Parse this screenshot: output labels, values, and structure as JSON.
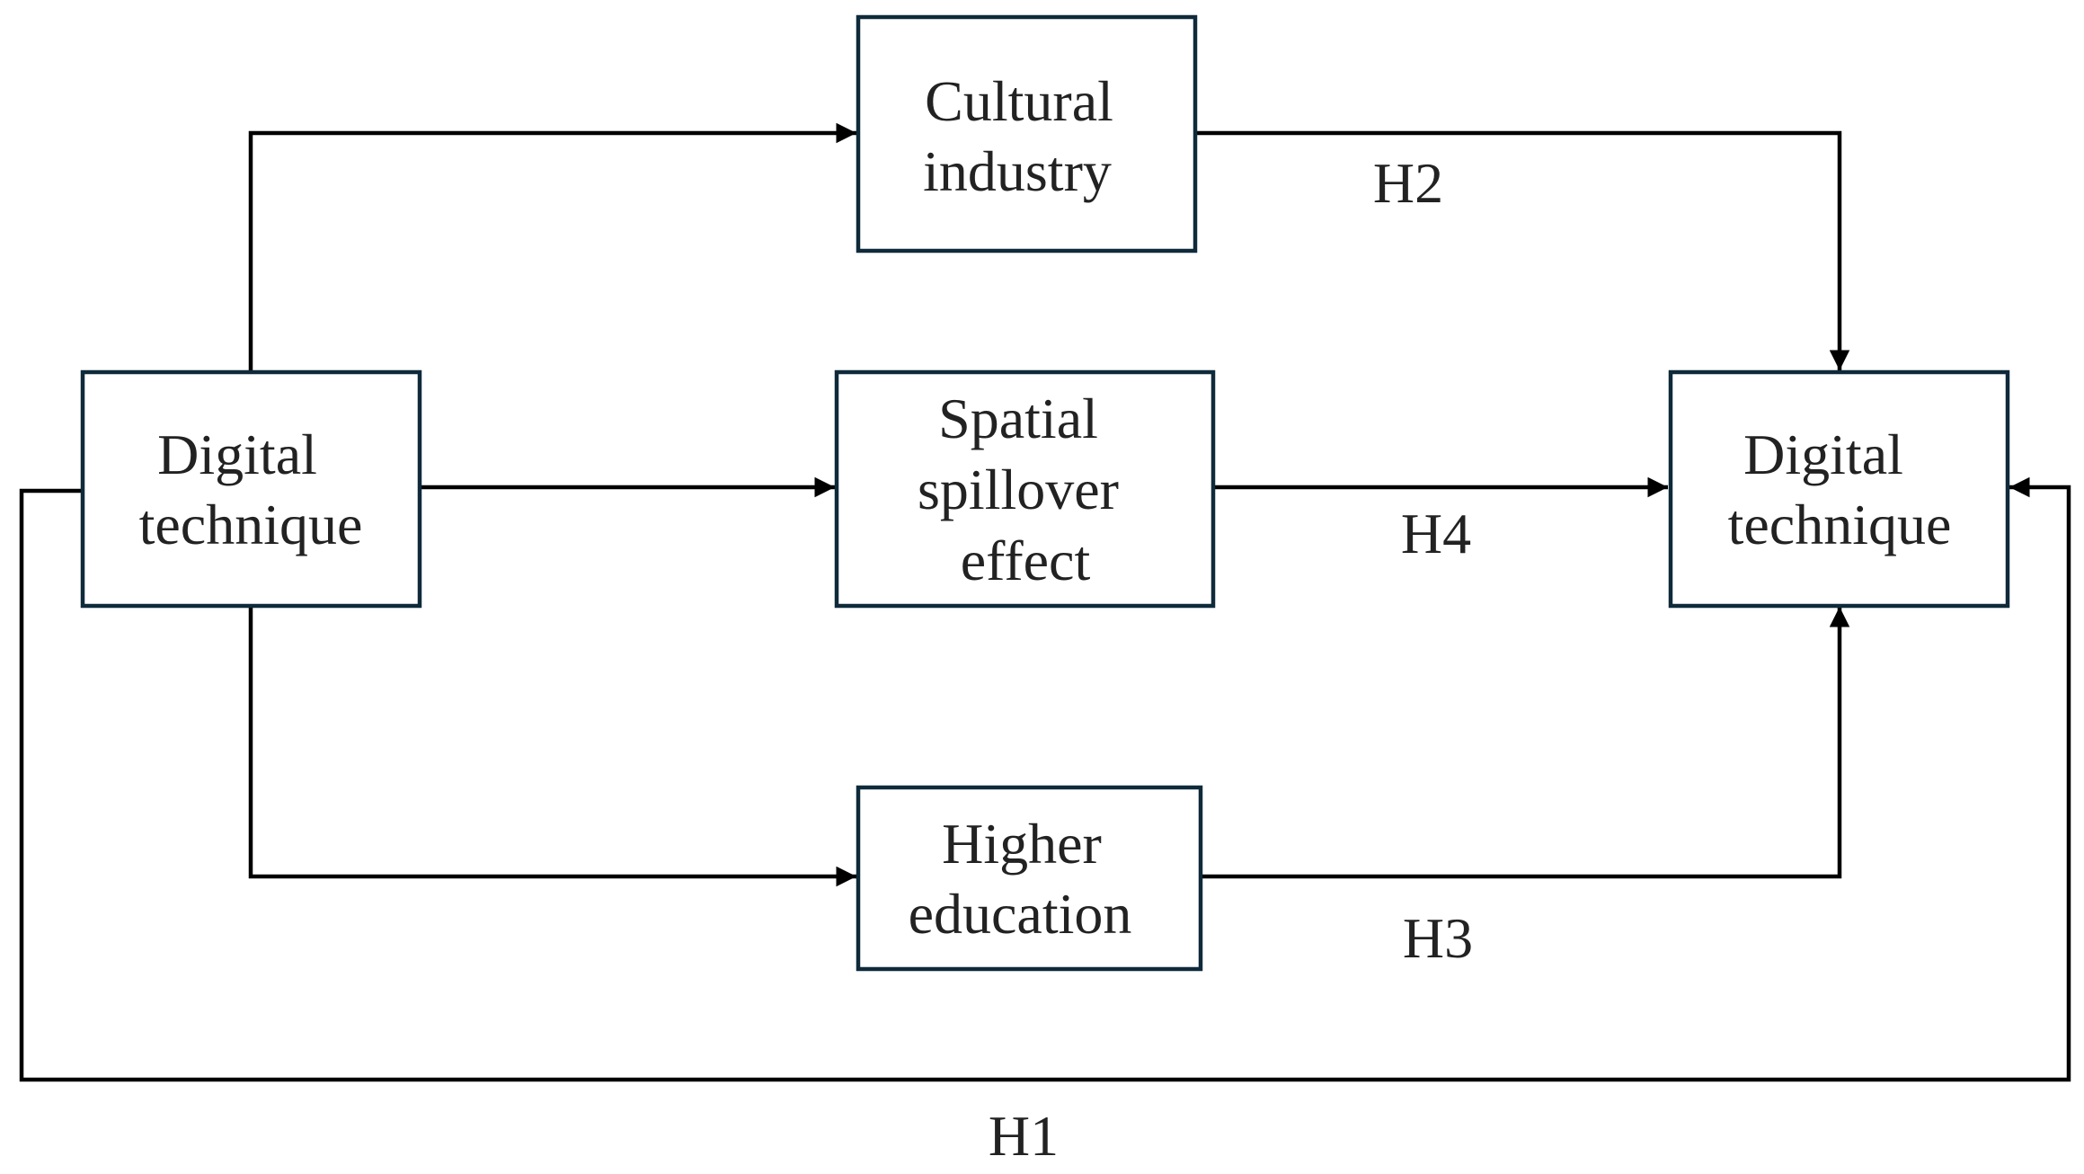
{
  "nodes": {
    "source": {
      "lines": [
        "Digital",
        "technique"
      ]
    },
    "cultural": {
      "lines": [
        "Cultural",
        "industry"
      ]
    },
    "spatial": {
      "lines": [
        "Spatial",
        "spillover",
        "effect"
      ]
    },
    "higher": {
      "lines": [
        "Higher",
        "education"
      ]
    },
    "target": {
      "lines": [
        "Digital",
        "technique"
      ]
    }
  },
  "hypotheses": {
    "h1": "H1",
    "h2": "H2",
    "h3": "H3",
    "h4": "H4"
  },
  "colors": {
    "box_border": "#0f2a3a",
    "line": "#000000",
    "text": "#222222"
  }
}
